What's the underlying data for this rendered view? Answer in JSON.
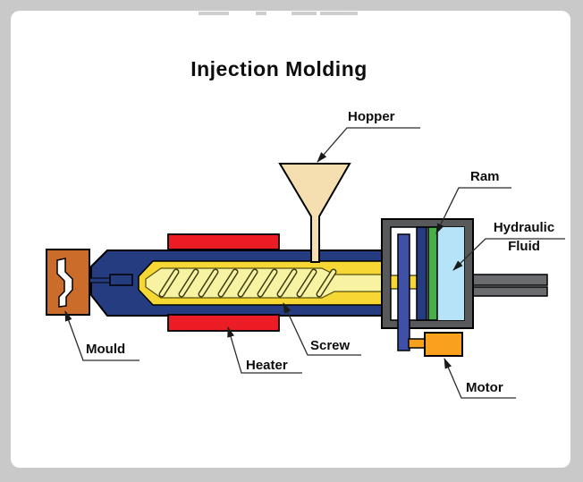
{
  "title": "Injection Molding",
  "labels": {
    "hopper": "Hopper",
    "ram": "Ram",
    "hydraulic_fluid_line1": "Hydraulic",
    "hydraulic_fluid_line2": "Fluid",
    "mould": "Mould",
    "heater": "Heater",
    "screw": "Screw",
    "motor": "Motor"
  },
  "colors": {
    "page_background": "#c9c9c9",
    "canvas": "#ffffff",
    "barrel_navy": "#263c80",
    "channel_yellow": "#f7d733",
    "screw_pale_yellow": "#f8f3a3",
    "heater_red": "#ec1c24",
    "mould_orange": "#cc6c2a",
    "motor_orange": "#f9a11e",
    "ram_green": "#48ae4c",
    "hydraulic_fluid_blue": "#b6e3f7",
    "drive_shaft_blue": "#3e51a7",
    "housing_gray": "#58595b",
    "guide_rod_gray": "#6a6c6f",
    "hopper_tan": "#f5dfb1",
    "label_text": "#0d0d0d"
  }
}
